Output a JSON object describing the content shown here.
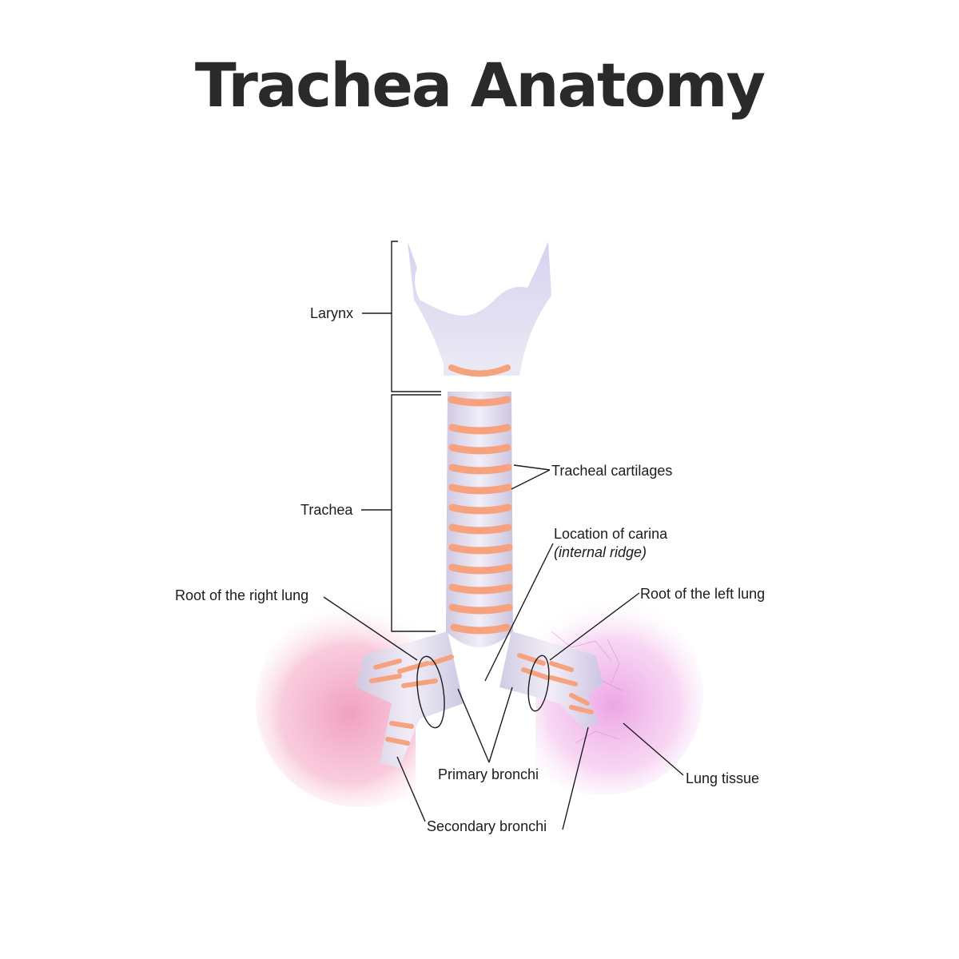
{
  "title": "Trachea Anatomy",
  "labels": {
    "larynx": "Larynx",
    "trachea": "Trachea",
    "tracheal_cartilages": "Tracheal cartilages",
    "carina_line1": "Location of carina",
    "carina_line2": "(internal ridge)",
    "root_right": "Root of the right lung",
    "root_left": "Root of the left lung",
    "primary_bronchi": "Primary bronchi",
    "secondary_bronchi": "Secondary bronchi",
    "lung_tissue": "Lung tissue"
  },
  "colors": {
    "lung_right": "#f2a7c3",
    "lung_left": "#eeb0e6",
    "cartilage": "#f6a27f",
    "airway": "#e6e2f0",
    "larynx": "#dcd7ee",
    "title": "#2a2a2a"
  }
}
